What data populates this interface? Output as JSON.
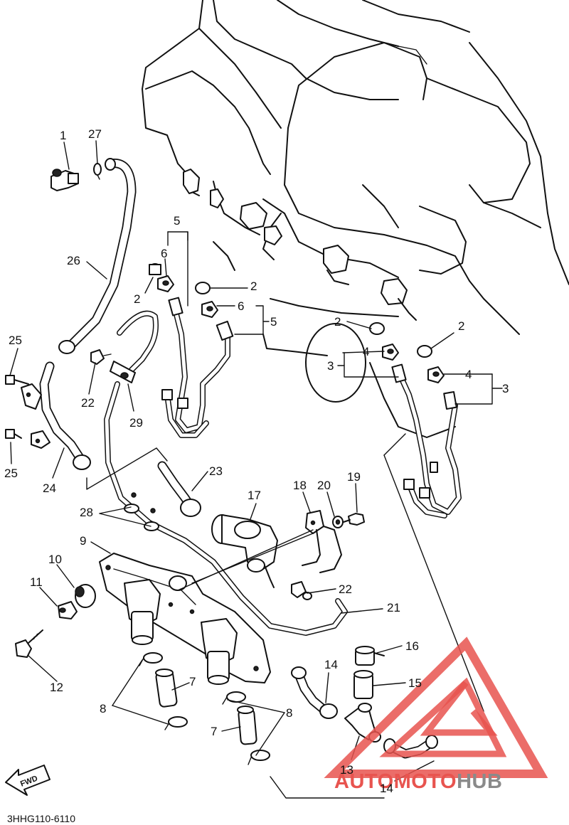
{
  "diagram_code": "3HHG110-6110",
  "fwd_label": "FWD",
  "watermark": {
    "brand_first": "AUTOMOTO",
    "brand_second": "HUB",
    "accent_color": "#e8544f",
    "second_color": "#8a8a8a"
  },
  "callouts": {
    "c1": "1",
    "c27": "27",
    "c26": "26",
    "c25a": "25",
    "c25b": "25",
    "c24": "24",
    "c22a": "22",
    "c29": "29",
    "c5a": "5",
    "c6a": "6",
    "c2a": "2",
    "c2b": "2",
    "c6b": "6",
    "c5b": "5",
    "c2c": "2",
    "c4a": "4",
    "c3a": "3",
    "c2d": "2",
    "c4b": "4",
    "c3b": "3",
    "c23": "23",
    "c28": "28",
    "c17": "17",
    "c18": "18",
    "c20": "20",
    "c19": "19",
    "c9": "9",
    "c10": "10",
    "c11": "11",
    "c12": "12",
    "c22b": "22",
    "c21": "21",
    "c16": "16",
    "c14a": "14",
    "c15": "15",
    "c7a": "7",
    "c8a": "8",
    "c7b": "7",
    "c8b": "8",
    "c13": "13",
    "c14b": "14"
  }
}
